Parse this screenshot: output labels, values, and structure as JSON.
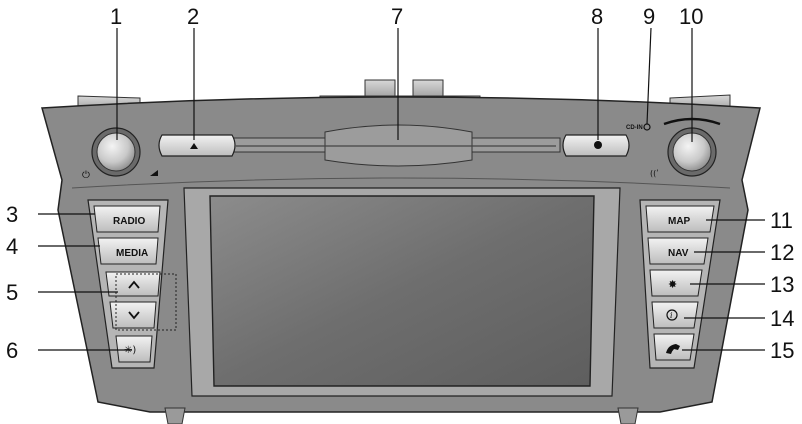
{
  "callouts": {
    "power_volume_knob": "1",
    "eject_button": "2",
    "disc_slot": "7",
    "seek_button": "8",
    "card_in_indicator": "9",
    "tune_knob": "10",
    "radio_button": "3",
    "media_button": "4",
    "track_seek_buttons": "5",
    "display_brightness_button": "6",
    "map_button": "11",
    "nav_button": "12",
    "setup_button": "13",
    "info_button": "14",
    "phone_button": "15"
  },
  "buttons": {
    "radio": "RADIO",
    "media": "MEDIA",
    "map": "MAP",
    "nav": "NAV"
  },
  "small_labels": {
    "card_in": "CD-IN"
  },
  "colors": {
    "bezel": "#8a8a8a",
    "screen": "#707070",
    "callout_text": "#111111"
  }
}
